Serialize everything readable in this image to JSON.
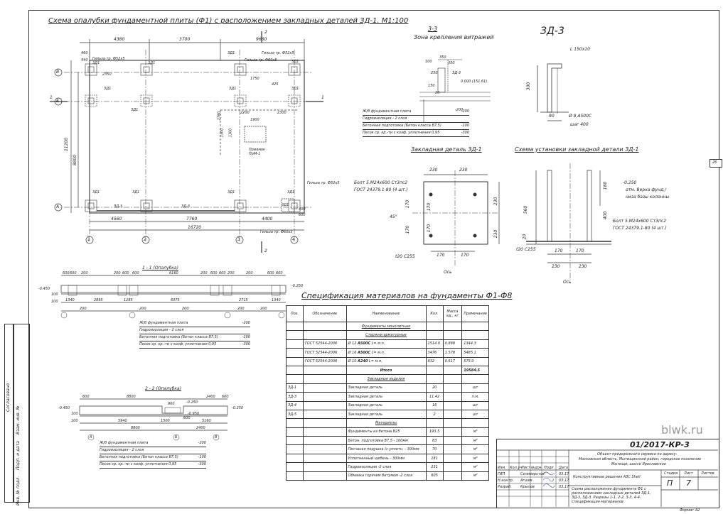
{
  "main_plan": {
    "title": "Схема опалубки фундаментной плиты (Ф1) с расположением закладных деталей ЗД-1. М1:100",
    "dims_top": [
      "4380",
      "3700",
      "9660"
    ],
    "dims_top_small": [
      "460",
      "440"
    ],
    "dims_left": [
      "11200",
      "8800"
    ],
    "dims_inner": [
      "2350",
      "1750",
      "425",
      "2200",
      "1900",
      "2300",
      "2760",
      "1300",
      "1300"
    ],
    "dims_bottom_row1": [
      "4560",
      "7760",
      "4400"
    ],
    "dims_bottom_total": "16720",
    "dims_bottom_small": [
      "400",
      "600"
    ],
    "axes_letters": [
      "В",
      "Б",
      "А"
    ],
    "axes_numbers": [
      "1",
      "2",
      "3",
      "4"
    ],
    "labels": [
      "Гильза тр. Ф52х5",
      "Гильза тр. Ф52х5",
      "Гильза тр. Ф60х5",
      "Гильза тр. Ф52х5",
      "Гильза тр. Ф60х5",
      "Приямок ПрМ-1",
      "ЗД-3",
      "ЗД-3"
    ],
    "zd_marks": [
      "3Д1",
      "3Д1",
      "3Д1",
      "3Д1",
      "3Д1",
      "3Д1",
      "3Д1",
      "3Д1",
      "3Д1",
      "3Д1",
      "3Д1",
      "3Д1",
      "3Д1"
    ],
    "cut_marks": [
      "1",
      "1",
      "2",
      "2"
    ]
  },
  "section33": {
    "title": "3-3",
    "subtitle": "Зона крепления витражей",
    "dims": [
      "100",
      "350",
      "350",
      "150",
      "250",
      "20"
    ],
    "labels": [
      "ЗД-3",
      "0.000 (151.61)",
      "-200"
    ],
    "layers": [
      {
        "name": "Ж/б фундаментная плита",
        "val": "-200"
      },
      {
        "name": "Гидроизоляция - 2 слоя",
        "val": ""
      },
      {
        "name": "Бетонная подготовка (Бетон класса В7,5)",
        "val": "-100"
      },
      {
        "name": "Песок ср. кр.-ти с коэф. уплотнения 0,95",
        "val": "-300"
      }
    ]
  },
  "zd3": {
    "title": "ЗД-3",
    "dims": [
      "L 150х10",
      "300",
      "90",
      "Ø 8 А500С",
      "шаг 400"
    ]
  },
  "zd1": {
    "title": "Закладная деталь ЗД-1",
    "dims": [
      "230",
      "230",
      "230",
      "230",
      "170",
      "170",
      "170",
      "170",
      "170",
      "170"
    ],
    "bolt": "Болт 5.М24х600 Ст3пс2",
    "bolt_gost": "ГОСТ 24379.1-80 (4 шт.)",
    "plate": "t20 С255",
    "axis": "Ось",
    "angle": "45°"
  },
  "scheme": {
    "title": "Схема установки закладной детали ЗД-1",
    "level": "-0.250",
    "level_note": "отм. Верха фунд./",
    "level_note2": "низа базы колонны",
    "dims": [
      "180",
      "560",
      "400",
      "20",
      "170",
      "170",
      "230",
      "230"
    ],
    "bolt": "Болт 5.М24х600 Ст3пс2",
    "bolt_gost": "ГОСТ 24379.1-80 (4 шт.)",
    "plate": "t20 С255",
    "axis": "Ось"
  },
  "sec11": {
    "title": "1 - 1 (Опалубка)",
    "dims_top": [
      "600",
      "600",
      "200",
      "200",
      "600",
      "600",
      "6160",
      "200",
      "600",
      "600",
      "200",
      "200",
      "600",
      "600"
    ],
    "dims_bottom": [
      "1340",
      "2895",
      "1285",
      "6075",
      "2715",
      "1340"
    ],
    "dims_bottom2": [
      "200",
      "200",
      "200",
      "200",
      "200"
    ],
    "levels": [
      "-0.450",
      "-0.250"
    ],
    "dims_left": [
      "100",
      "100"
    ],
    "layers": [
      {
        "name": "Ж/б фундаментная плита",
        "val": "-200"
      },
      {
        "name": "Гидроизоляция - 2 слоя",
        "val": ""
      },
      {
        "name": "Бетонная подготовка (Бетон класса В7,5)",
        "val": "-100"
      },
      {
        "name": "Песок ср. кр.-ти с коэф. уплотнения 0,95",
        "val": "-300"
      }
    ]
  },
  "sec22": {
    "title": "2 - 2 (Опалубка)",
    "dims_top": [
      "600",
      "8800",
      "2400",
      "600"
    ],
    "dims_inner": [
      "900",
      "600"
    ],
    "dims_bottom": [
      "5940",
      "1500",
      "5160"
    ],
    "dims_bottom2": [
      "8800",
      "2400"
    ],
    "levels": [
      "-0.450",
      "-0.250",
      "-0.250",
      "-0.950"
    ],
    "dims_left": [
      "100",
      "100"
    ],
    "axes": [
      "А",
      "Б",
      "В"
    ],
    "layers": [
      {
        "name": "Ж/б фундаментная плита",
        "val": "-200"
      },
      {
        "name": "Гидроизоляция - 2 слоя",
        "val": ""
      },
      {
        "name": "Бетонная подготовка (Бетон класса В7,5)",
        "val": "-100"
      },
      {
        "name": "Песок ср. кр.-ти с коэф. уплотнения 0,95",
        "val": "-300"
      }
    ]
  },
  "spec": {
    "title": "Спецификация материалов на фундаменты Ф1-Ф8",
    "headers": [
      "Поз.",
      "Обозначение",
      "Наименование",
      "Кол.",
      "Масса ед., кг",
      "Примечание"
    ],
    "sections": {
      "monolith": "Фундаменты монолитные",
      "rebar": "Стержни арматурные",
      "embedded": "Закладные изделия",
      "materials": "Материалы"
    },
    "rebar_rows": [
      {
        "gost": "ГОСТ 52544-2006",
        "d": "Ø",
        "n": "12",
        "cls": "А500С",
        "l": "L=",
        "u": "м.п.",
        "q": "1514.0",
        "m": "0.888",
        "note": "1344.3"
      },
      {
        "gost": "ГОСТ 52544-2006",
        "d": "Ø",
        "n": "16",
        "cls": "А500С",
        "l": "L=",
        "u": "м.п.",
        "q": "3476",
        "m": "1.578",
        "note": "5485.1"
      },
      {
        "gost": "ГОСТ 52544-2006",
        "d": "Ø",
        "n": "10",
        "cls": "А240",
        "l": "L=",
        "u": "м.п.",
        "q": "932",
        "m": "0.617",
        "note": "575.0"
      }
    ],
    "total_label": "Итого",
    "total_val": "19584.5",
    "embedded_rows": [
      {
        "pos": "ЗД-1",
        "name": "Закладная деталь",
        "q": "20",
        "note": "шт"
      },
      {
        "pos": "ЗД-3",
        "name": "Закладная деталь",
        "q": "11.42",
        "note": "п.м."
      },
      {
        "pos": "ЗД-4",
        "name": "Закладная деталь",
        "q": "16",
        "note": "шт"
      },
      {
        "pos": "ЗД-5",
        "name": "Закладная деталь",
        "q": "2",
        "note": "шт"
      }
    ],
    "material_rows": [
      {
        "name": "Фундаменты из бетона В25",
        "q": "193.5",
        "note": "м³"
      },
      {
        "name": "Бетон. подготовка В7.5 - 100мм",
        "q": "83",
        "note": "м³"
      },
      {
        "name": "Песчаная подушка (с уплотн. - 300мм",
        "q": "70",
        "note": "м³"
      },
      {
        "name": "Уплотненный щебень - 300мм",
        "q": "181",
        "note": "м³"
      },
      {
        "name": "Гидроизоляция -2 слоя",
        "q": "231",
        "note": "м²"
      },
      {
        "name": "Обмазка горячим битумом -2 слоя",
        "q": "605",
        "note": "м²"
      }
    ]
  },
  "stamp": {
    "code": "01/2017-КР-3",
    "object": [
      "Объект придорожного сервиса по адресу:",
      "Московская область, Мытищинский район, городское поселение",
      "Мытищи, шоссе Ярославское"
    ],
    "section": "Конструктивные решения АЗС Shell",
    "sheet_title": [
      "Схема расположения фундамента Ф1 с",
      "расположением закладных деталей ЗД-1,",
      "ЗД-3, ЗД-3. Разрезы 1-1, 2-2, 3-3, 4-4.",
      "Спецификация материалов"
    ],
    "header_cells": [
      "Изм.",
      "Кол.уч",
      "Лист",
      "№док.",
      "Подп.",
      "Дата"
    ],
    "rows": [
      {
        "role": "ГИП",
        "name": "Селиверстов",
        "date": "03.17"
      },
      {
        "role": "Н.контр.",
        "name": "Агшев",
        "date": "03.17"
      },
      {
        "role": "Разраб.",
        "name": "Крылов",
        "date": "03.17"
      }
    ],
    "stage_labels": [
      "Стадия",
      "Лист",
      "Листов"
    ],
    "stage": "П",
    "sheet": "7",
    "format": "Формат А2",
    "page_num": "26"
  },
  "side": {
    "agreed": "Согласовано",
    "inv_repl": "Взам. инв. №",
    "sign_date": "Подп. и дата",
    "inv_orig": "Инв. № подл."
  },
  "watermark": "blwk.ru"
}
